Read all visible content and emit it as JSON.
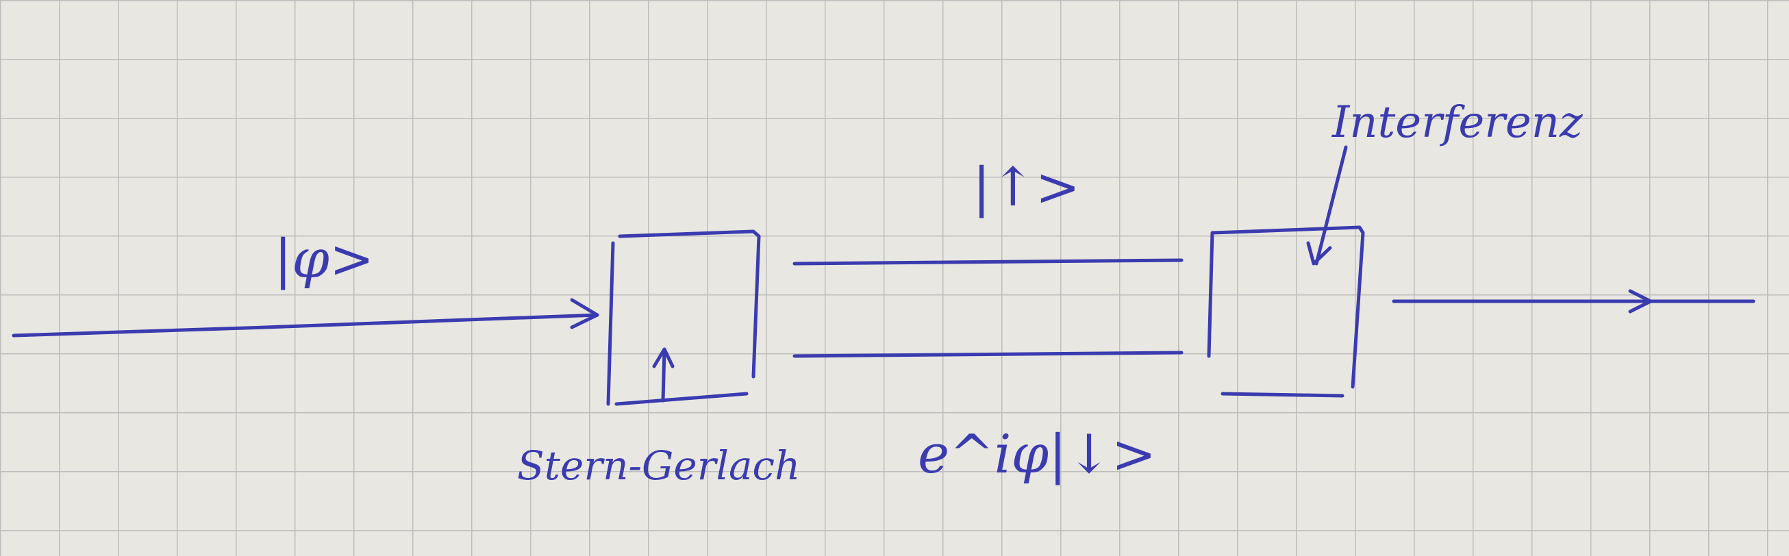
{
  "labels": {
    "input_state": "|φ>",
    "upper_state": "|↑>",
    "lower_state": "e^iφ|↓>",
    "stern_gerlach": "Stern-Gerlach",
    "interference": "Interferenz"
  },
  "colors": {
    "paper": "#e9e7e1",
    "grid": "#bdbdbd",
    "ink": "#3b3bb0"
  }
}
